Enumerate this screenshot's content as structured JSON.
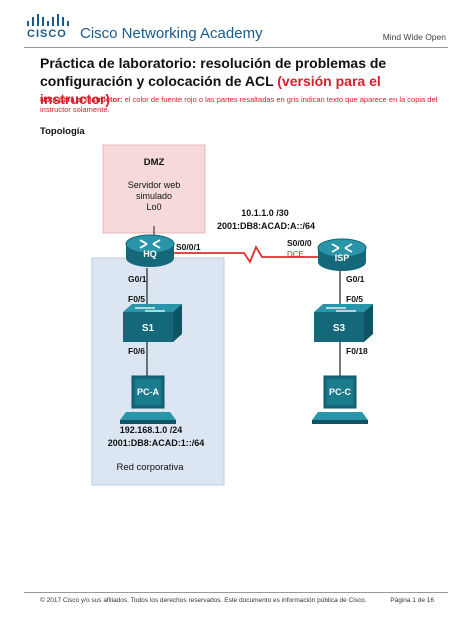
{
  "header": {
    "cisco_word": "CISCO",
    "brand": "Cisco Networking Academy",
    "tagline": "Mind Wide Open"
  },
  "title": {
    "main": "Práctica de laboratorio: resolución de problemas de configuración y colocación de ACL",
    "highlight": "(versión para el instructor)"
  },
  "note": {
    "label": "Nota para el instructor:",
    "text": "el color de fuente rojo o las partes resaltadas en gris indican texto que aparece en la copia del instructor solamente."
  },
  "section": "Topología",
  "topology": {
    "dmz": {
      "title": "DMZ",
      "server_line1": "Servidor web",
      "server_line2": "simulado",
      "loopback": "Lo0"
    },
    "wan": {
      "network": "10.1.1.0 /30",
      "ipv6": "2001:DB8:ACAD:A::/64",
      "hq_port": "S0/0/1",
      "isp_port": "S0/0/0",
      "dce": "DCE"
    },
    "hq": {
      "name": "HQ",
      "lan_port": "G0/1"
    },
    "isp": {
      "name": "ISP",
      "lan_port": "G0/1"
    },
    "s1": {
      "name": "S1",
      "up_port": "F0/5",
      "down_port": "F0/6"
    },
    "s3": {
      "name": "S3",
      "up_port": "F0/5",
      "down_port": "F0/18"
    },
    "pca": {
      "name": "PC-A"
    },
    "pcc": {
      "name": "PC-C"
    },
    "lan": {
      "network": "192.168.1.0 /24",
      "ipv6": "2001:DB8:ACAD:1::/64",
      "label": "Red corporativa"
    }
  },
  "footer": {
    "text": "© 2017 Cisco y/o sus afiliados. Todos los derechos reservados. Este documento es información pública de Cisco.",
    "page": "Página 1 de 16"
  },
  "colors": {
    "cisco_blue": "#1a5a8c",
    "instructor_red": "#d6202a",
    "dmz_fill": "#f6dada",
    "lan_fill": "#dbe6f2",
    "device_teal": "#1b7a8c",
    "wan_link": "#e0302a"
  }
}
